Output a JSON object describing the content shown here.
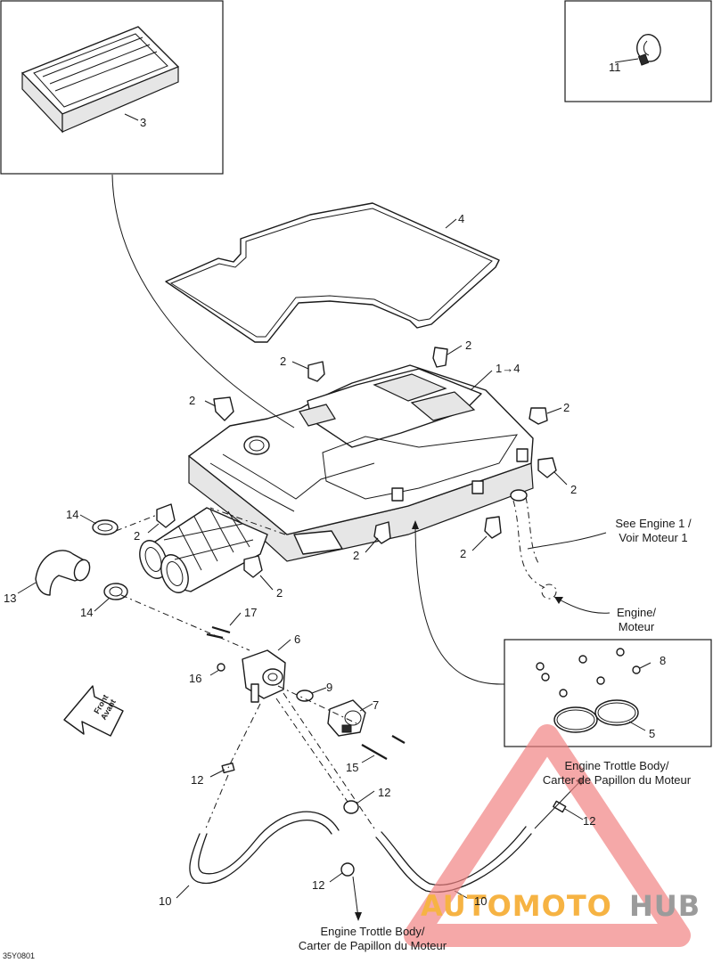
{
  "callouts": {
    "c1": "1",
    "c1_4": "1→4",
    "c2": "2",
    "c3": "3",
    "c4": "4",
    "c5": "5",
    "c6": "6",
    "c7": "7",
    "c8": "8",
    "c9": "9",
    "c10": "10",
    "c11": "11",
    "c12": "12",
    "c13": "13",
    "c14": "14",
    "c15": "15",
    "c16": "16",
    "c17": "17"
  },
  "notes": {
    "see_engine_line1": "See Engine 1 /",
    "see_engine_line2": "Voir Moteur 1",
    "engine_line1": "Engine/",
    "engine_line2": "Moteur",
    "throttle_line1": "Engine Trottle Body/",
    "throttle_line2": "Carter de Papillon du Moteur",
    "front_line1": "Front",
    "front_line2": "Avant"
  },
  "figure_code": "35Y0801",
  "watermark": {
    "part1": "AUTOMOTO",
    "part2": "HUB",
    "color_primary": "#f08080",
    "color_secondary": "#9a9a9a"
  }
}
